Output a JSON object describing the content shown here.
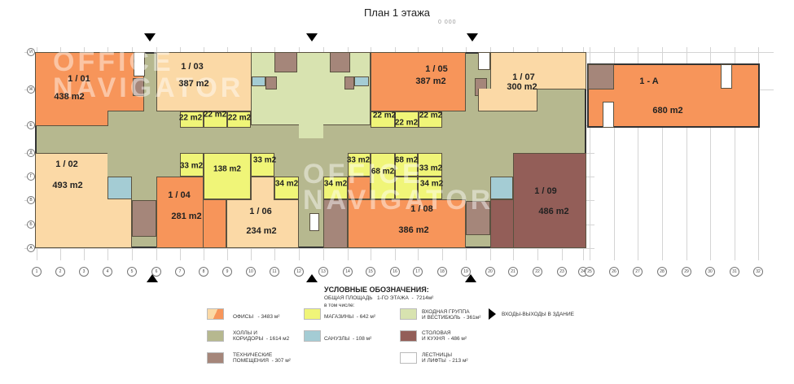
{
  "title": "План 1 этажа",
  "scale_note": "0 000",
  "watermark": "OFFICE NAVIGATOR",
  "colors": {
    "office_dark": "#f7955a",
    "office_light": "#fbd9a6",
    "halls": "#b6b88f",
    "shops": "#f0f578",
    "toilets": "#a4ccd4",
    "technical": "#a5867a",
    "entrance": "#d8e3b0",
    "canteen": "#935e58",
    "stairs": "#ffffff"
  },
  "rooms": [
    {
      "name": "1 / 01",
      "area": "438 m2",
      "type": "office"
    },
    {
      "name": "1 / 02",
      "area": "493 m2",
      "type": "office"
    },
    {
      "name": "1 / 03",
      "area": "387 m2",
      "type": "office"
    },
    {
      "name": "1 / 04",
      "area": "281 m2",
      "type": "office"
    },
    {
      "name": "1 / 05",
      "area": "387 m2",
      "type": "office"
    },
    {
      "name": "1 / 06",
      "area": "234 m2",
      "type": "office"
    },
    {
      "name": "1 / 07",
      "area": "300 m2",
      "type": "office"
    },
    {
      "name": "1 / 08",
      "area": "386 m2",
      "type": "office"
    },
    {
      "name": "1 / 09",
      "area": "486 m2",
      "type": "canteen"
    },
    {
      "name": "1 - A",
      "area": "680 m2",
      "type": "office"
    }
  ],
  "shops": [
    "22 m2",
    "22 m2",
    "22 m2",
    "22 m2",
    "22 m2",
    "22 m2",
    "33 m2",
    "138 m2",
    "33 m2",
    "34 m2",
    "34 m2",
    "33 m2",
    "68 m2",
    "68 m2",
    "33 m2",
    "34 m2"
  ],
  "axes": [
    "1",
    "2",
    "3",
    "4",
    "5",
    "6",
    "7",
    "8",
    "9",
    "10",
    "11",
    "12",
    "13",
    "14",
    "15",
    "16",
    "17",
    "18",
    "19",
    "20",
    "21",
    "22",
    "23",
    "24",
    "25",
    "26",
    "27",
    "28",
    "29",
    "30",
    "31",
    "32"
  ],
  "rows": [
    "И",
    "Ж",
    "Е",
    "Д",
    "Г",
    "В",
    "Б",
    "А"
  ],
  "legend": {
    "heading": "УСЛОВНЫЕ ОБОЗНАЧЕНИЯ:",
    "total": "ОБЩАЯ ПЛОЩАДЬ   1-ГО ЭТАЖА  -  7214м²",
    "including": "в том числе:",
    "items": [
      {
        "label": "ОФИСЫ   - 3483 м²"
      },
      {
        "label": "ХОЛЛЫ И\nКОРИДОРЫ  - 1614 м2"
      },
      {
        "label": "ТЕХНИЧЕСКИЕ\nПОМЕЩЕНИЯ  - 307 м²"
      },
      {
        "label": "МАГАЗИНЫ  - 642 м²"
      },
      {
        "label": "САНУЗЛЫ  - 108 м²"
      },
      {
        "label": "ВХОДНАЯ ГРУППА\nИ ВЕСТИБЮЛЬ  - 361м²"
      },
      {
        "label": "СТОЛОВАЯ\nИ КУХНЯ  - 486 м²"
      },
      {
        "label": "ЛЕСТНИЦЫ\nИ ЛИФТЫ  - 213 м²"
      },
      {
        "label": "ВХОДЫ-ВЫХОДЫ В ЗДАНИЕ"
      }
    ]
  }
}
